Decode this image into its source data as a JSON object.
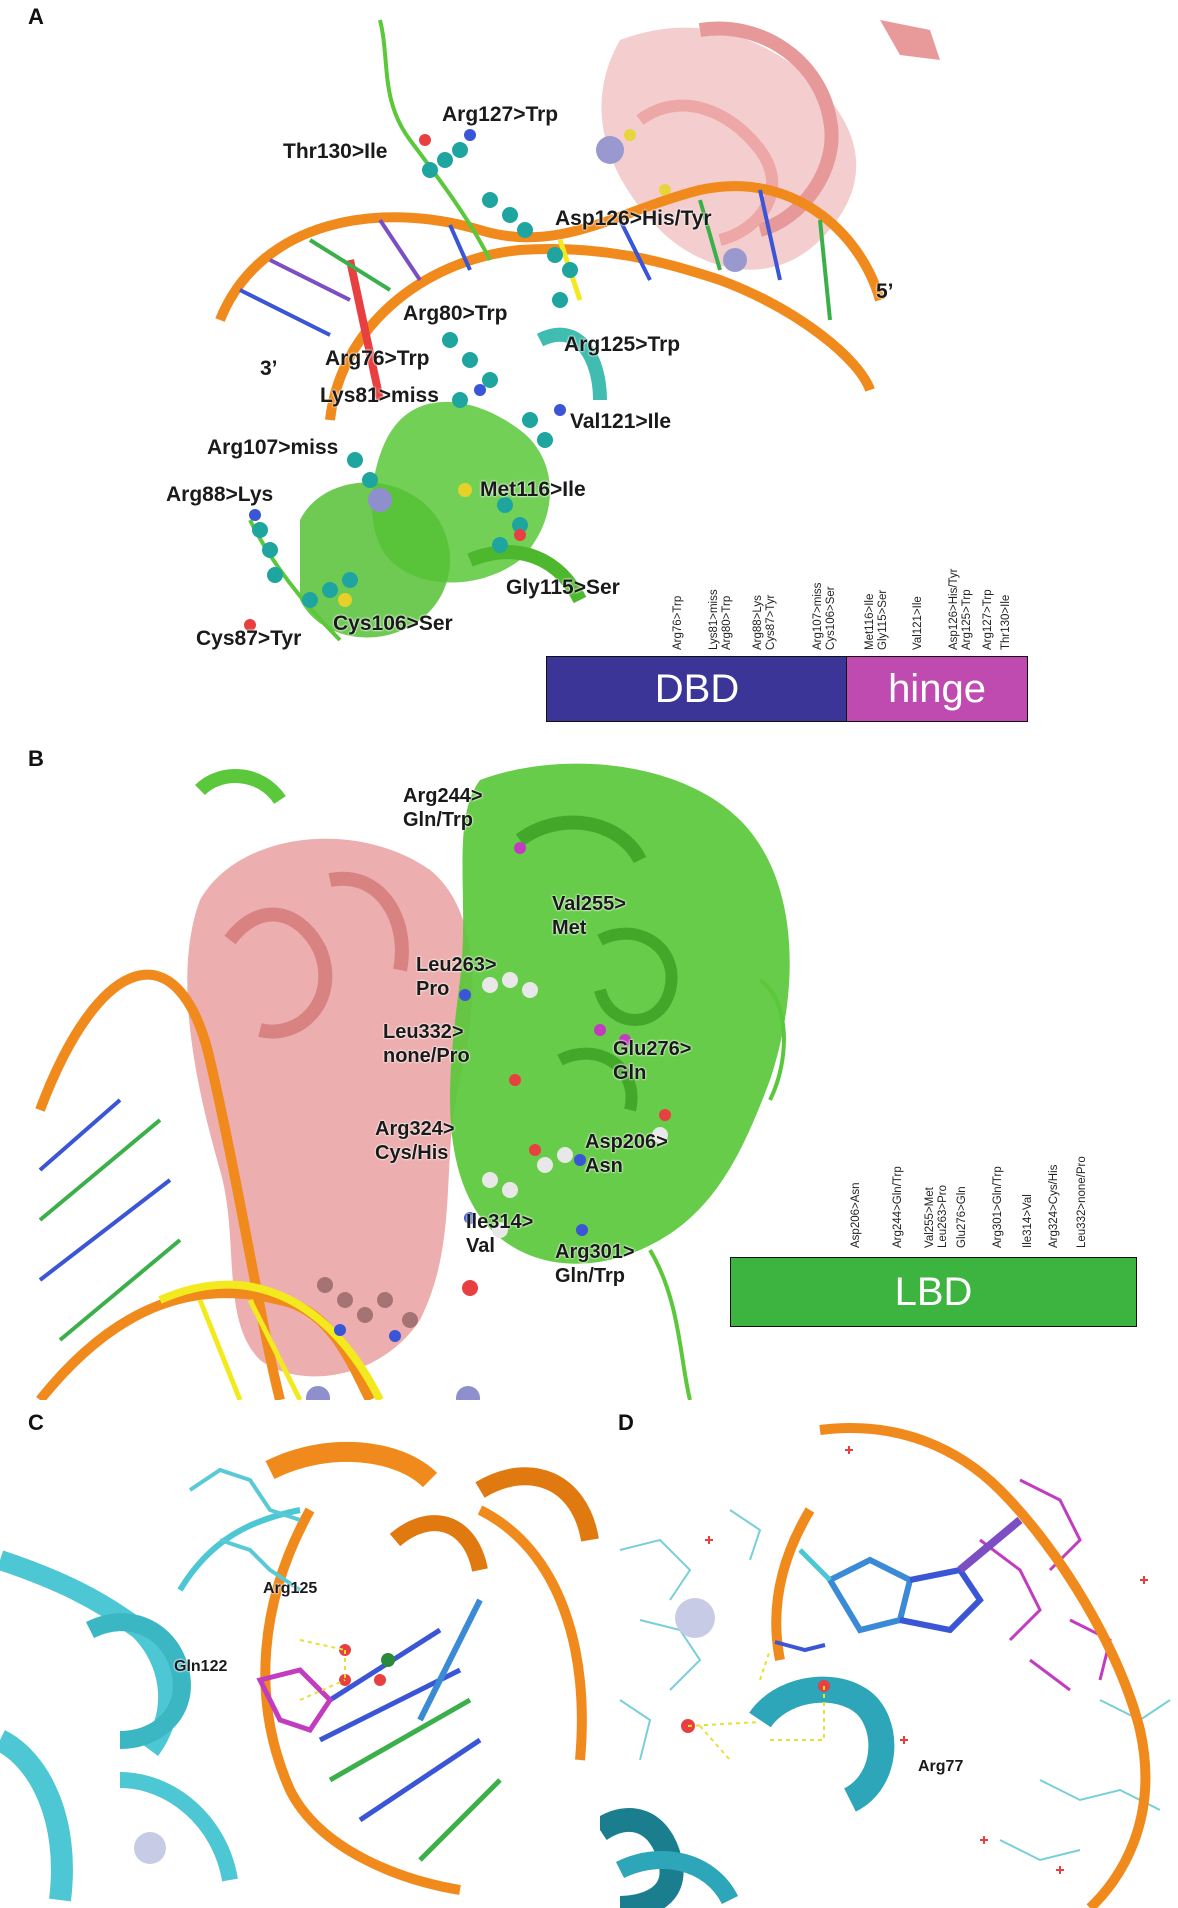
{
  "panels": {
    "A": {
      "letter": "A",
      "mutations": [
        "Arg127>Trp",
        "Thr130>Ile",
        "Asp126>His/Tyr",
        "Arg80>Trp",
        "Arg125>Trp",
        "Arg76>Trp",
        "Lys81>miss",
        "Val121>Ile",
        "Arg107>miss",
        "Met116>Ile",
        "Arg88>Lys",
        "Gly115>Ser",
        "Cys106>Ser",
        "Cys87>Tyr"
      ],
      "dna_end_5": "5’",
      "dna_end_3": "3’",
      "bar": {
        "dbd_label": "DBD",
        "hinge_label": "hinge",
        "ticks": [
          "Arg76>Trp",
          "Lys81>miss\nArg80>Trp",
          "Arg88>Lys\nCys87>Tyr",
          "Arg107>miss\nCys106>Ser",
          "Met116>Ile\nGly115>Ser",
          "Val121>Ile",
          "Asp126>His/Tyr\nArg125>Trp",
          "Arg127>Trp",
          "Thr130>Ile"
        ]
      }
    },
    "B": {
      "letter": "B",
      "mutations": [
        "Arg244>\nGln/Trp",
        "Val255>\nMet",
        "Leu263>\nPro",
        "Leu332>\nnone/Pro",
        "Glu276>\nGln",
        "Arg324>\nCys/His",
        "Asp206>\nAsn",
        "Ile314>\nVal",
        "Arg301>\nGln/Trp"
      ],
      "bar": {
        "lbd_label": "LBD",
        "ticks": [
          "Asp206>Asn",
          "Arg244>Gln/Trp",
          "Val255>Met\nLeu263>Pro",
          "Glu276>Gln",
          "Arg301>Gln/Trp",
          "Ile314>Val",
          "Arg324>Cys/His",
          "Leu332>none/Pro"
        ]
      }
    },
    "C": {
      "letter": "C",
      "residues": [
        "Arg125",
        "Gln122"
      ]
    },
    "D": {
      "letter": "D",
      "residues": [
        "Arg77"
      ]
    }
  },
  "colors": {
    "dbd": "#3a3596",
    "hinge": "#bf4bb0",
    "lbd": "#3db43f",
    "protein_green": "#5ac83a",
    "protein_pink": "#e79a9a",
    "dna_backbone": "#f08a1c",
    "dna_yellow": "#f2ea1e",
    "residue_teal": "#1ea5a0",
    "residue_cyan": "#4cc7d3",
    "magenta": "#c23cc0"
  }
}
